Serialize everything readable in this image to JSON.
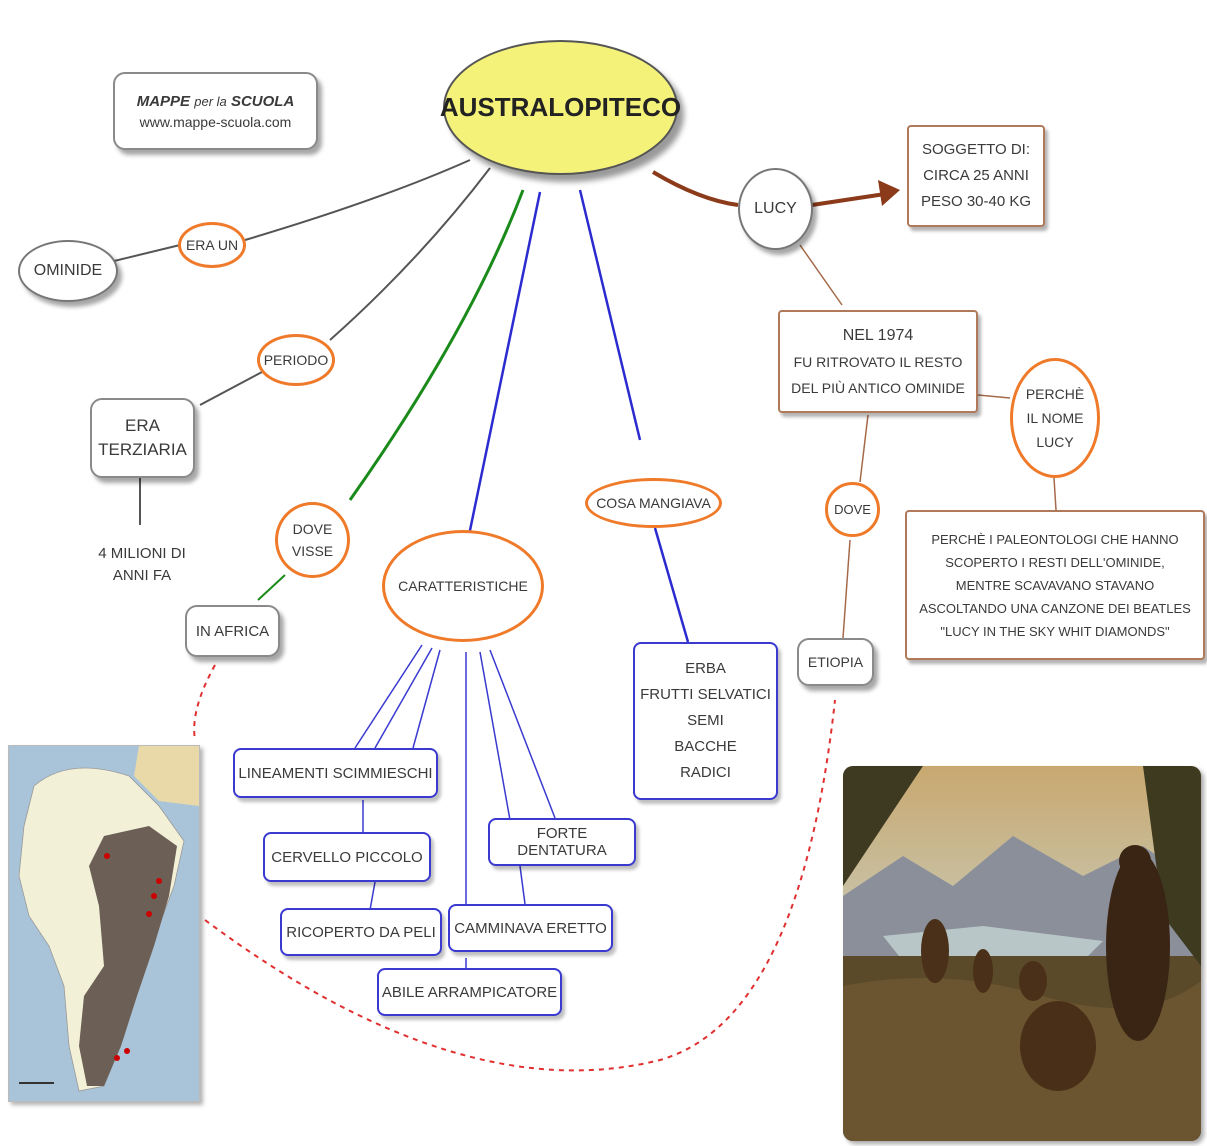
{
  "brand": {
    "title_part1": "MAPPE",
    "title_part2": "per la",
    "title_part3": "SCUOLA",
    "url": "www.mappe-scuola.com"
  },
  "main_topic": "AUSTRALOPITECO",
  "left": {
    "era_un": "ERA UN",
    "ominide": "OMINIDE",
    "periodo": "PERIODO",
    "era_terziaria": [
      "ERA",
      "TERZIARIA"
    ],
    "milioni": [
      "4 MILIONI DI",
      "ANNI FA"
    ],
    "dove_visse": [
      "DOVE",
      "VISSE"
    ],
    "in_africa": "IN AFRICA"
  },
  "center": {
    "caratteristiche": "CARATTERISTICHE",
    "features": [
      "LINEAMENTI SCIMMIESCHI",
      "CERVELLO PICCOLO",
      "RICOPERTO DA PELI",
      "FORTE DENTATURA",
      "CAMMINAVA ERETTO",
      "ABILE ARRAMPICATORE"
    ],
    "cosa_mangiava": "COSA MANGIAVA",
    "foods": [
      "ERBA",
      "FRUTTI SELVATICI",
      "SEMI",
      "BACCHE",
      "RADICI"
    ]
  },
  "right": {
    "lucy": "LUCY",
    "soggetto": [
      "SOGGETTO DI:",
      "CIRCA 25 ANNI",
      "PESO 30-40 KG"
    ],
    "nel_1974": [
      "NEL 1974",
      "FU RITROVATO IL RESTO",
      "DEL PIÙ ANTICO OMINIDE"
    ],
    "perche": [
      "PERCHÈ",
      "IL NOME",
      "LUCY"
    ],
    "spiegazione": [
      "PERCHÈ I PALEONTOLOGI CHE HANNO",
      "SCOPERTO I RESTI DELL'OMINIDE,",
      "MENTRE SCAVAVANO STAVANO",
      "ASCOLTANDO UNA CANZONE DEI BEATLES",
      "\"LUCY IN THE SKY WHIT DIAMONDS\""
    ],
    "dove": "DOVE",
    "etiopia": "ETIOPIA"
  },
  "colors": {
    "orange": "#ef7a2a",
    "blue": "#3a3ad0",
    "green": "#1a8a1a",
    "brown": "#8b3a1a",
    "yellow": "#f5f27a"
  }
}
